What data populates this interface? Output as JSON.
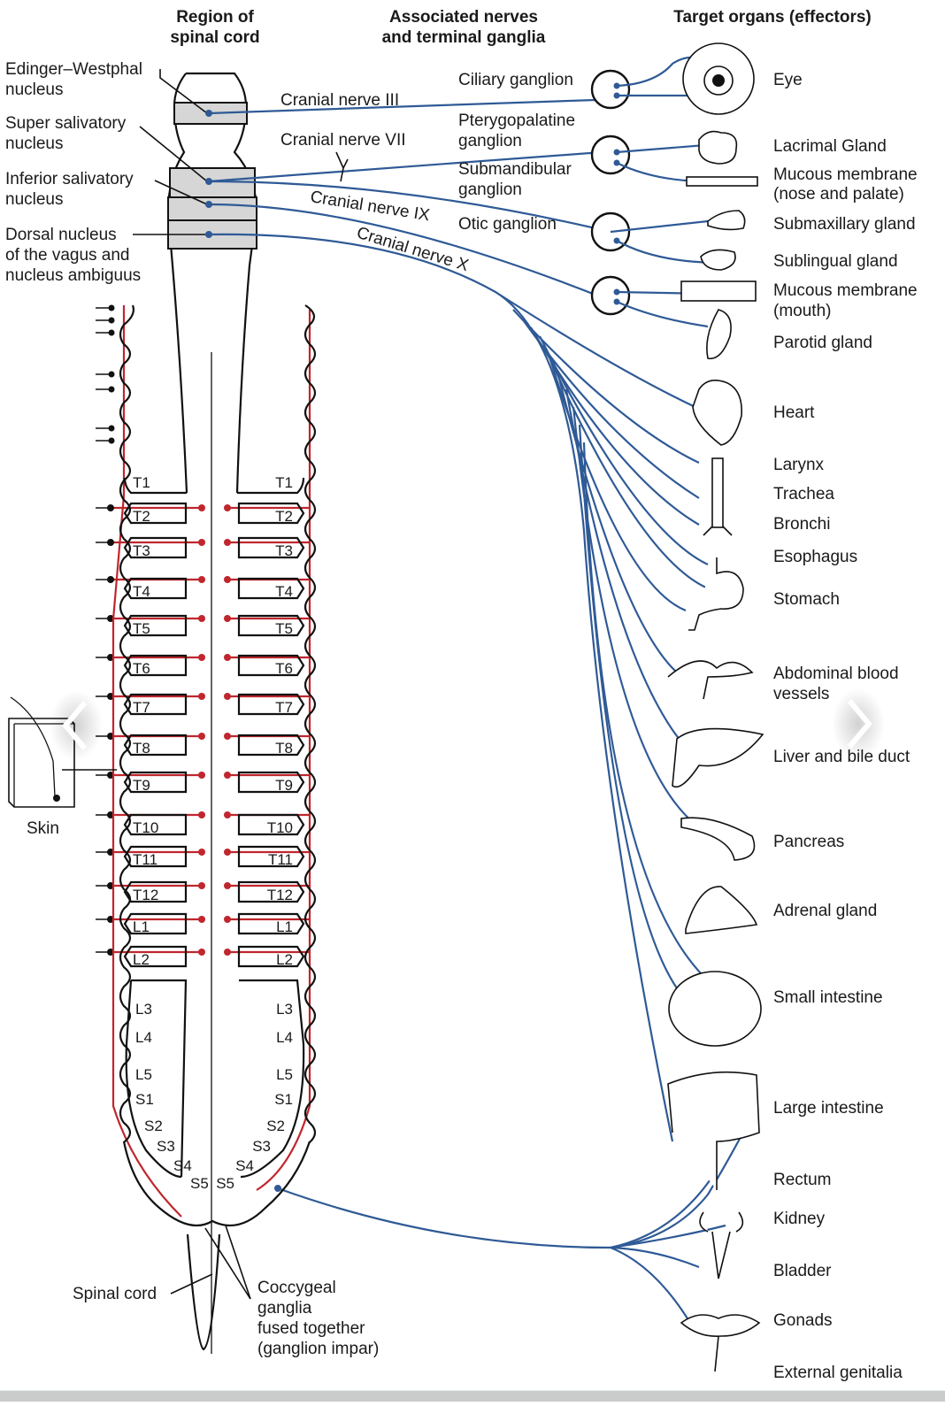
{
  "viewer": {
    "prev_icon": "chevron-left-icon",
    "next_icon": "chevron-right-icon"
  },
  "colors": {
    "parasympathetic_nerve": "#2f5a96",
    "sympathetic_chain": "#c0262d",
    "nucleus_fill": "#d6d6d6",
    "ink": "#111111",
    "bottom_bar": "#c9cccb"
  },
  "headers": {
    "region": [
      "Region of",
      "spinal cord"
    ],
    "nerves": [
      "Associated nerves",
      "and terminal ganglia"
    ],
    "targets": "Target organs (effectors)"
  },
  "nuclei": [
    [
      "Edinger–Westphal",
      "nucleus"
    ],
    [
      "Super salivatory",
      "nucleus"
    ],
    [
      "Inferior salivatory",
      "nucleus"
    ],
    [
      "Dorsal nucleus",
      "of the vagus and",
      "nucleus ambiguus"
    ]
  ],
  "cranial_nerves": [
    "Cranial nerve III",
    "Cranial nerve VII",
    "Cranial nerve IX",
    "Cranial nerve X"
  ],
  "ganglia": [
    [
      "Ciliary ganglion"
    ],
    [
      "Pterygopalatine",
      "ganglion"
    ],
    [
      "Submandibular",
      "ganglion"
    ],
    [
      "Otic ganglion"
    ]
  ],
  "organs": [
    [
      "Eye"
    ],
    [
      "Lacrimal Gland"
    ],
    [
      "Mucous membrane",
      "(nose and palate)"
    ],
    [
      "Submaxillary gland"
    ],
    [
      "Sublingual gland"
    ],
    [
      "Mucous membrane",
      "(mouth)"
    ],
    [
      "Parotid gland"
    ],
    [
      "Heart"
    ],
    [
      "Larynx"
    ],
    [
      "Trachea"
    ],
    [
      "Bronchi"
    ],
    [
      "Esophagus"
    ],
    [
      "Stomach"
    ],
    [
      "Abdominal blood",
      "vessels"
    ],
    [
      "Liver and bile duct"
    ],
    [
      "Pancreas"
    ],
    [
      "Adrenal gland"
    ],
    [
      "Small intestine"
    ],
    [
      "Large intestine"
    ],
    [
      "Rectum"
    ],
    [
      "Kidney"
    ],
    [
      "Bladder"
    ],
    [
      "Gonads"
    ],
    [
      "External genitalia"
    ]
  ],
  "segments": {
    "left": [
      "T1",
      "T2",
      "T3",
      "T4",
      "T5",
      "T6",
      "T7",
      "T8",
      "T9",
      "T10",
      "T11",
      "T12",
      "L1",
      "L2",
      "L3",
      "L4",
      "L5",
      "S1",
      "S2",
      "S3",
      "S4",
      "S5"
    ],
    "right": [
      "T1",
      "T2",
      "T3",
      "T4",
      "T5",
      "T6",
      "T7",
      "T8",
      "T9",
      "T10",
      "T11",
      "T12",
      "L1",
      "L2",
      "L3",
      "L4",
      "L5",
      "S1",
      "S2",
      "S3",
      "S4",
      "S5"
    ]
  },
  "misc": {
    "skin": "Skin",
    "spinal_cord": "Spinal cord",
    "coccygeal": [
      "Coccygeal",
      "ganglia",
      "fused together",
      "(ganglion impar)"
    ]
  }
}
